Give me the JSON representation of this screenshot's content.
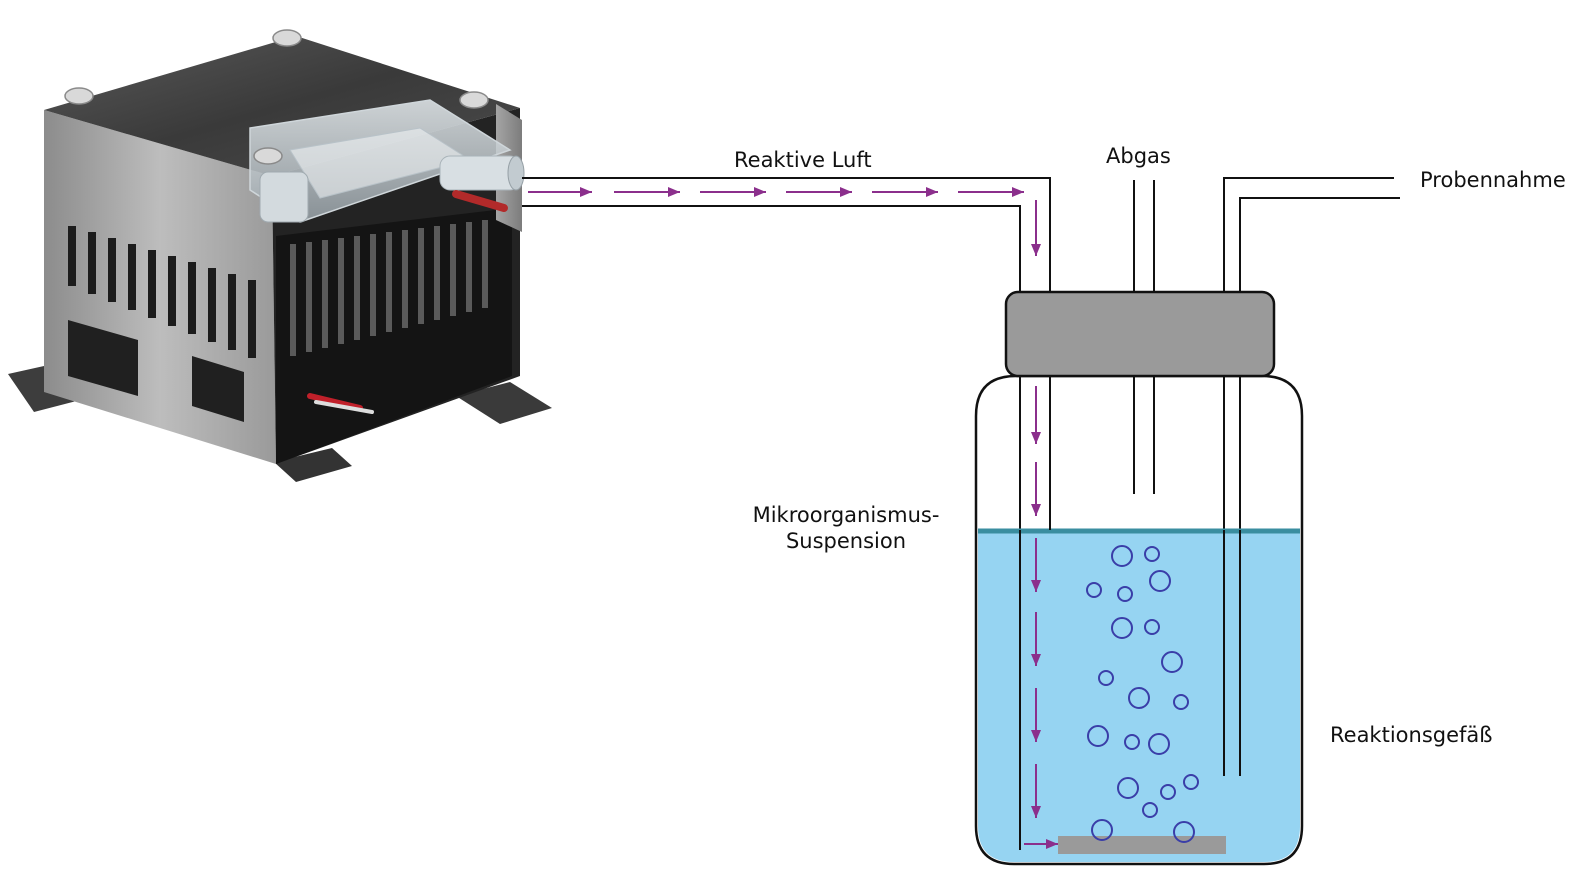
{
  "labels": {
    "reactive_air": "Reaktive Luft",
    "exhaust": "Abgas",
    "sampling": "Probennahme",
    "suspension_line1": "Mikroorganismus-",
    "suspension_line2": "Suspension",
    "vessel": "Reaktionsgefäß"
  },
  "colors": {
    "arrow": "#8b2f8c",
    "liquid": "#96d4f2",
    "liquid_surface": "#3a8ea0",
    "bubble": "#3a3ea8",
    "lid": "#9a9a9a",
    "sparger": "#9a9a9a",
    "line": "#111111"
  },
  "device": {
    "icon": "air-pump-module-icon"
  }
}
